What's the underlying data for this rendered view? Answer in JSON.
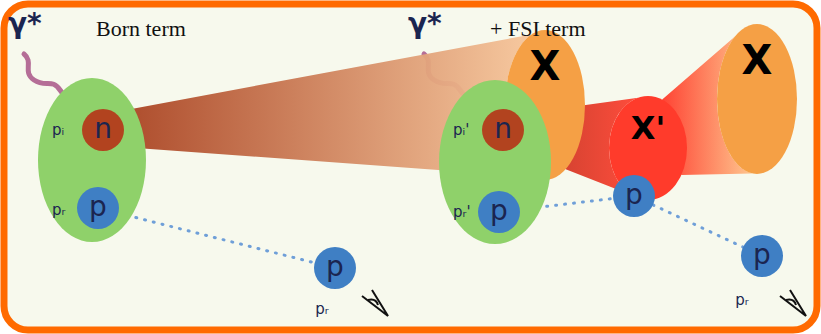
{
  "diagram": {
    "nodes": [
      {
        "text": [
          "pᵢ",
          "pᵣ"
        ]
      },
      {
        "text": [
          "n"
        ],
        "in": 0
      },
      {
        "text": [
          "p"
        ],
        "in": 0
      },
      {
        "text": [
          "X"
        ]
      },
      {
        "text": [
          "p",
          "pᵣ"
        ]
      },
      {
        "text": [
          "pᵢ'",
          "pᵣ'"
        ]
      },
      {
        "text": [
          "n"
        ],
        "in": 5
      },
      {
        "text": [
          "p"
        ],
        "in": 5
      },
      {
        "text": [
          "X'"
        ]
      },
      {
        "text": [
          "p"
        ]
      },
      {
        "text": [
          "X"
        ]
      },
      {
        "text": [
          "p",
          "pᵣ"
        ]
      }
    ],
    "edges": [
      {
        "from": 1,
        "to": 3,
        "arrow": "none"
      },
      {
        "from": 2,
        "to": 4,
        "arrow": "none"
      },
      {
        "from": 6,
        "to": 8,
        "arrow": "none"
      },
      {
        "from": 8,
        "to": 10,
        "arrow": "none"
      },
      {
        "from": 7,
        "to": 9,
        "arrow": "none"
      },
      {
        "from": 9,
        "to": 11,
        "arrow": "none"
      }
    ],
    "labels": [
      "γ*",
      "Born term",
      "γ*",
      "+ FSI term"
    ]
  }
}
